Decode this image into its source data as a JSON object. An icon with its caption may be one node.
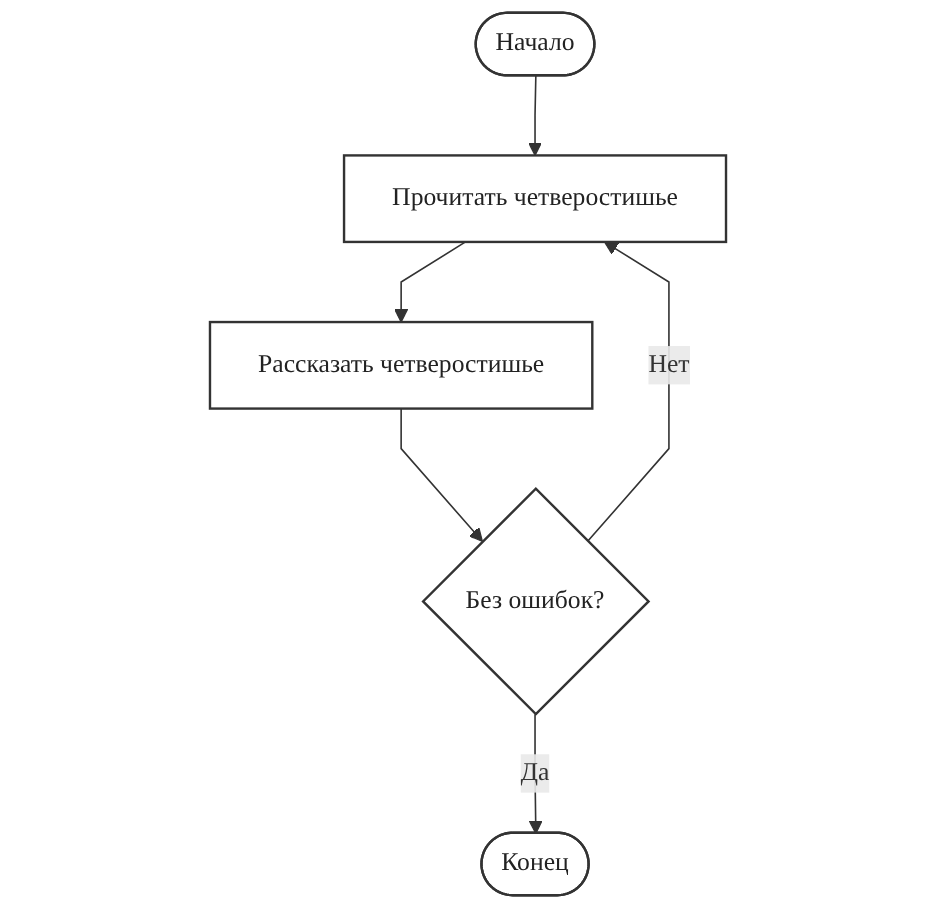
{
  "diagram": {
    "nodes": [
      {
        "text": [
          "Начало"
        ]
      },
      {
        "text": [
          "Прочитать четверостишье"
        ]
      },
      {
        "text": [
          "Рассказать четверостишье"
        ]
      },
      {
        "text": [
          "Без ошибок?"
        ]
      },
      {
        "text": [
          "Конец"
        ]
      }
    ],
    "edges": [
      {
        "from": 0,
        "to": 1,
        "arrow": "to"
      },
      {
        "from": 1,
        "to": 2,
        "arrow": "to"
      },
      {
        "from": 2,
        "to": 3,
        "arrow": "to"
      },
      {
        "from": 3,
        "to": 1,
        "arrow": "to",
        "label": "Нет"
      },
      {
        "from": 3,
        "to": 4,
        "arrow": "to",
        "label": "Да"
      }
    ]
  }
}
